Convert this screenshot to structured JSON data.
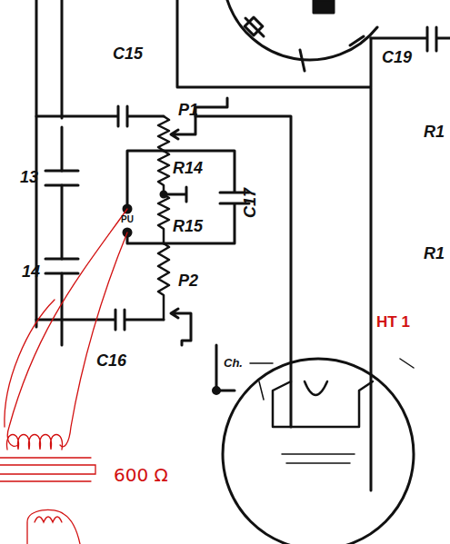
{
  "diagram": {
    "labels": [
      "C19",
      "R1",
      "R1",
      "C15",
      "P1",
      "13",
      "R14",
      "PU",
      "C17",
      "R15",
      "14",
      "P2",
      "C16",
      "HT 1",
      "Ch.",
      "600 Ω"
    ]
  }
}
